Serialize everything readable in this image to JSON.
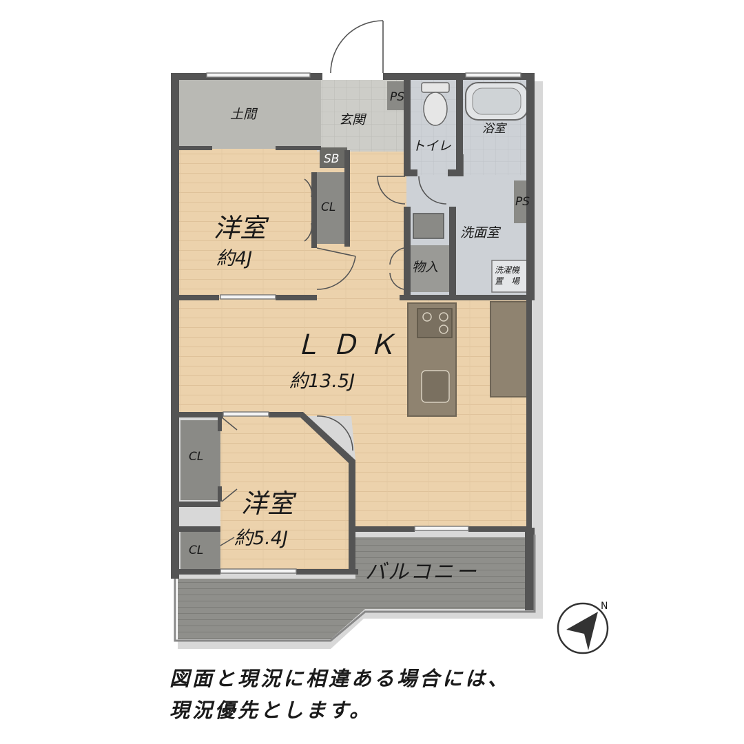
{
  "rooms": {
    "doma": "土間",
    "genkan": "玄関",
    "ps_top": "PS",
    "toilet": "トイレ",
    "bath": "浴室",
    "sb": "SB",
    "ps_right": "PS",
    "washroom": "洗面室",
    "storage": "物入",
    "washer_1": "洗濯機",
    "washer_2": "置　場",
    "western_room_1": {
      "name": "洋室",
      "area": "約4J"
    },
    "cl_1": "CL",
    "ldk": {
      "name": "ＬＤＫ",
      "area": "約13.5J"
    },
    "western_room_2": {
      "name": "洋室",
      "area": "約5.4J"
    },
    "cl_2": "CL",
    "cl_3": "CL",
    "balcony": "バルコニー"
  },
  "compass": {
    "label": "N"
  },
  "disclaimer": {
    "line1": "図面と現況に相違ある場合には、",
    "line2": "現況優先とします。"
  },
  "colors": {
    "wall": "#545454",
    "floor_wood": "#ecd2ac",
    "floor_wet": "#cdd1d6",
    "floor_doma": "#b9b9b4",
    "closet": "#8a8a86",
    "balcony": "#8f8f8b",
    "kitchen": "#8f8370"
  }
}
